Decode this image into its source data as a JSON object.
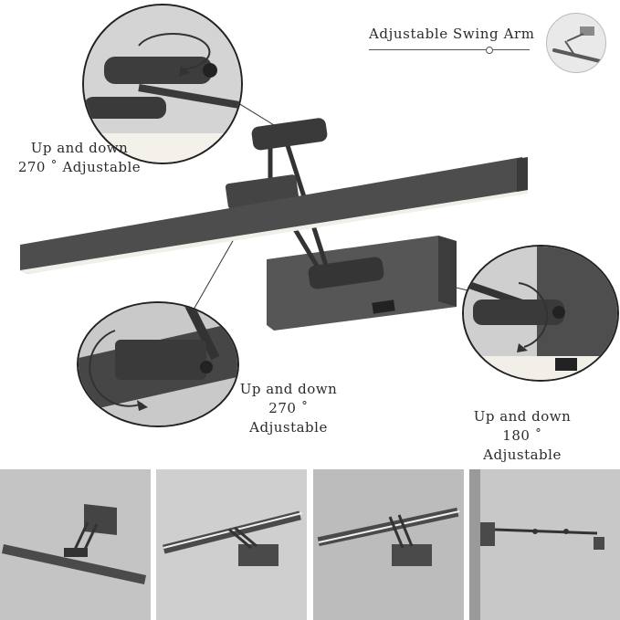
{
  "feature_title": "Adjustable Swing Arm",
  "callouts": [
    {
      "line1": "Up and down",
      "line2": "270 ˚ Adjustable"
    },
    {
      "line1": "Up and down",
      "line2": "270 ˚ Adjustable"
    },
    {
      "line1": "Up and down",
      "line2": "180 ˚ Adjustable"
    }
  ],
  "colors": {
    "lamp_body": "#4a4a4a",
    "lamp_dark": "#2e2e2e",
    "led_glow": "#f4f1ea",
    "background_gray": "#c8c8c8"
  }
}
